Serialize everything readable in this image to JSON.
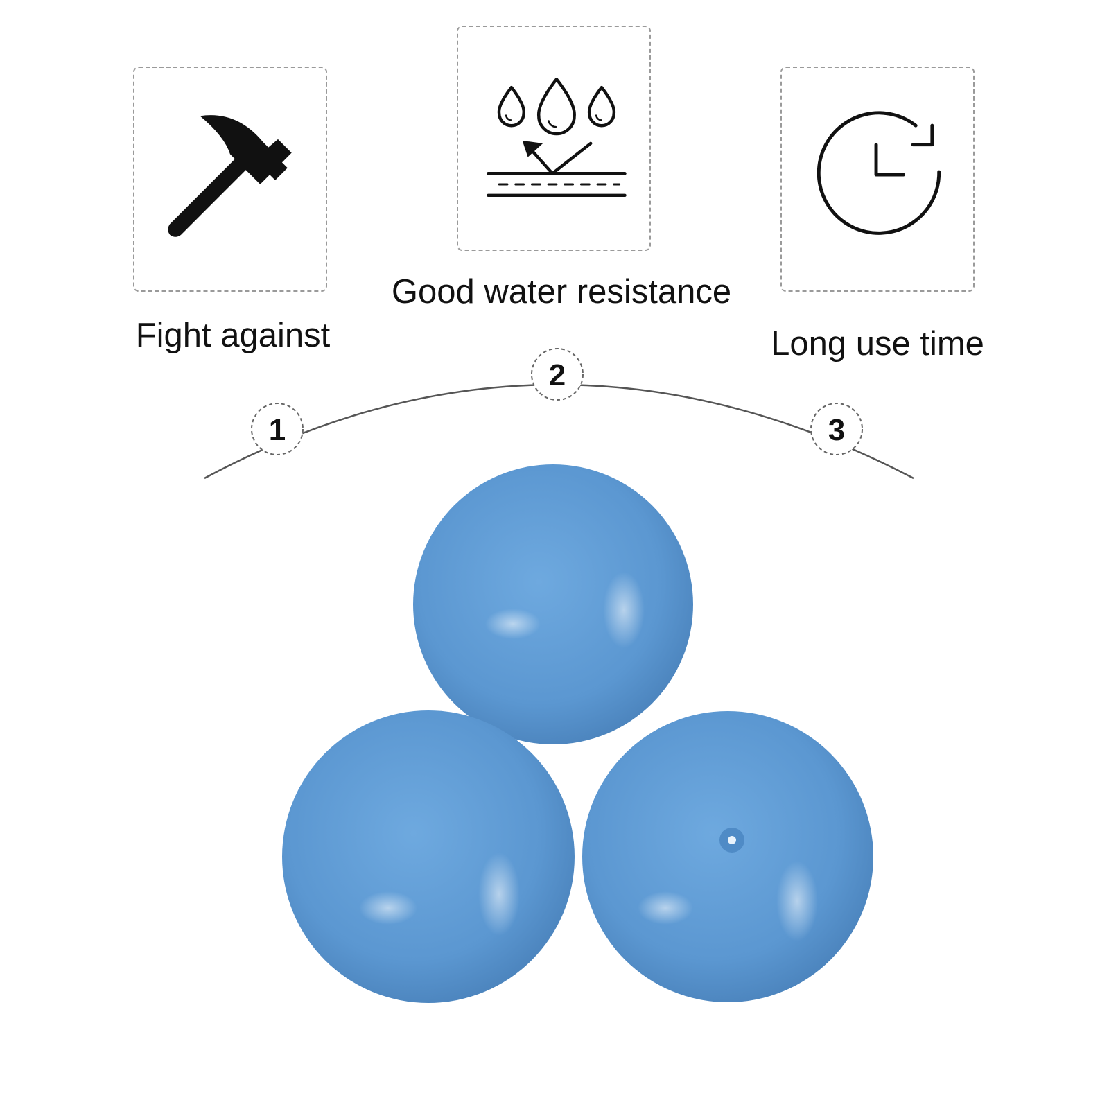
{
  "features": [
    {
      "label": "Fight against",
      "icon": "hammer-icon"
    },
    {
      "label": "Good water resistance",
      "icon": "water-resistance-icon"
    },
    {
      "label": "Long use time",
      "icon": "clock-refresh-icon"
    }
  ],
  "steps": [
    "1",
    "2",
    "3"
  ],
  "product": {
    "item": "plastic-ball",
    "count": 3,
    "color": "#5b9ad6"
  }
}
